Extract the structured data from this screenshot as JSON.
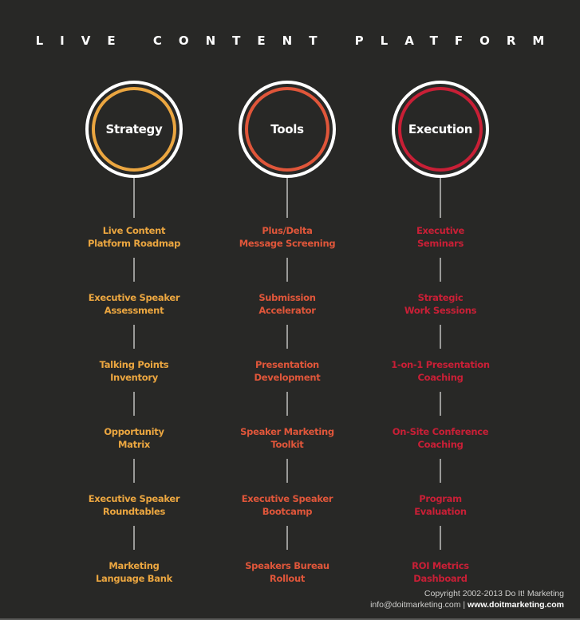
{
  "title": "LIVE CONTENT PLATFORM",
  "columns": [
    {
      "label": "Strategy",
      "color": "#eba640",
      "items": [
        [
          "Live Content",
          "Platform Roadmap"
        ],
        [
          "Executive Speaker",
          "Assessment"
        ],
        [
          "Talking Points",
          "Inventory"
        ],
        [
          "Opportunity",
          "Matrix"
        ],
        [
          "Executive Speaker",
          "Roundtables"
        ],
        [
          "Marketing",
          "Language Bank"
        ]
      ]
    },
    {
      "label": "Tools",
      "color": "#e0563a",
      "items": [
        [
          "Plus/Delta",
          "Message Screening"
        ],
        [
          "Submission",
          "Accelerator"
        ],
        [
          "Presentation",
          "Development"
        ],
        [
          "Speaker Marketing",
          "Toolkit"
        ],
        [
          "Executive Speaker",
          "Bootcamp"
        ],
        [
          "Speakers Bureau",
          "Rollout"
        ]
      ]
    },
    {
      "label": "Execution",
      "color": "#c91f36",
      "items": [
        [
          "Executive",
          "Seminars"
        ],
        [
          "Strategic",
          "Work Sessions"
        ],
        [
          "1-on-1 Presentation",
          "Coaching"
        ],
        [
          "On-Site Conference",
          "Coaching"
        ],
        [
          "Program",
          "Evaluation"
        ],
        [
          "ROI Metrics",
          "Dashboard"
        ]
      ]
    }
  ],
  "footer": {
    "copyright": "Copyright 2002-2013 Do It! Marketing",
    "email": "info@doitmarketing.com",
    "separator": " | ",
    "website": "www.doitmarketing.com"
  }
}
